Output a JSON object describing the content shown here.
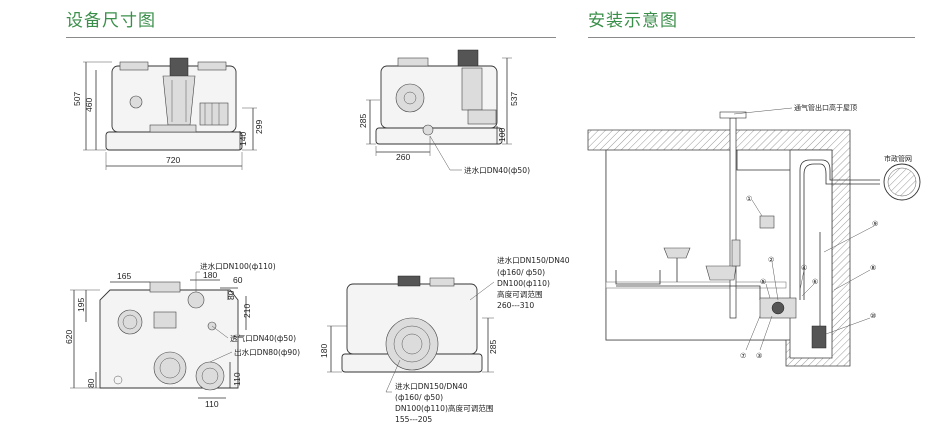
{
  "headers": {
    "left": "设备尺寸图",
    "right": "安装示意图"
  },
  "front_view": {
    "dim_height_outer": "507",
    "dim_height_inner": "460",
    "dim_299": "299",
    "dim_140": "140",
    "dim_width": "720"
  },
  "side_view": {
    "dim_537": "537",
    "dim_285": "285",
    "dim_100": "100",
    "dim_260": "260",
    "inlet_label": "进水口DN40(ф50)"
  },
  "top_view": {
    "dim_165": "165",
    "dim_180": "180",
    "dim_60": "60",
    "dim_80": "80",
    "dim_210": "210",
    "dim_195": "195",
    "dim_620": "620",
    "dim_80b": "80",
    "dim_110v": "110",
    "dim_110h": "110",
    "inlet_top": "进水口DN100(ф110)",
    "vent_label": "透气口DN40(ф50)",
    "outlet_label": "出水口DN80(ф90)"
  },
  "rear_view": {
    "dim_180": "180",
    "dim_285": "285",
    "label_right_line1": "进水口DN150/DN40",
    "label_right_line2": "(ф160/ ф50)",
    "label_right_line3": "DN100(ф110)",
    "label_right_line4": "高度可调范围",
    "label_right_line5": "260---310",
    "label_bottom_line1": "进水口DN150/DN40",
    "label_bottom_line2": "(ф160/ ф50)",
    "label_bottom_line3": "DN100(ф110)高度可调范围",
    "label_bottom_line4": "155---205"
  },
  "install": {
    "vent_note": "通气管出口高于屋顶",
    "municipal": "市政管网",
    "callouts": [
      "①",
      "②",
      "③",
      "④",
      "⑤",
      "⑥",
      "⑦",
      "⑧",
      "⑨",
      "⑩"
    ]
  }
}
